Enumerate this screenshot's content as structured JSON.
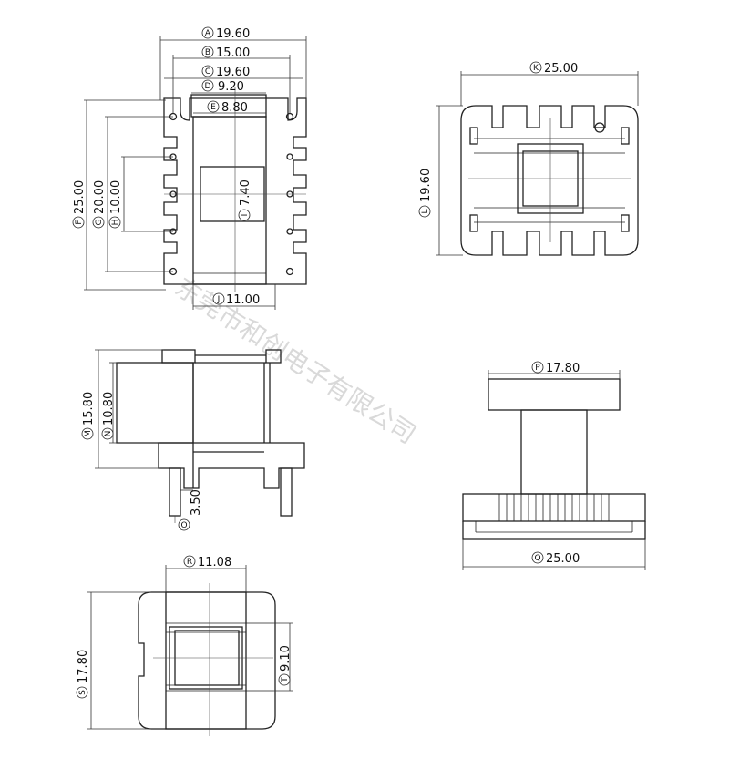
{
  "watermark": "东莞市和创电子有限公司",
  "callouts": [
    {
      "letter": "A",
      "value": "19.60"
    },
    {
      "letter": "B",
      "value": "15.00"
    },
    {
      "letter": "C",
      "value": "19.60"
    },
    {
      "letter": "D",
      "value": "9.20"
    },
    {
      "letter": "E",
      "value": "8.80"
    },
    {
      "letter": "F",
      "value": "25.00"
    },
    {
      "letter": "G",
      "value": "20.00"
    },
    {
      "letter": "H",
      "value": "10.00"
    },
    {
      "letter": "I",
      "value": "7.40"
    },
    {
      "letter": "J",
      "value": "11.00"
    },
    {
      "letter": "K",
      "value": "25.00"
    },
    {
      "letter": "L",
      "value": "19.60"
    },
    {
      "letter": "M",
      "value": "15.80"
    },
    {
      "letter": "N",
      "value": "10.80"
    },
    {
      "letter": "O",
      "value": "3.50"
    },
    {
      "letter": "P",
      "value": "17.80"
    },
    {
      "letter": "Q",
      "value": "25.00"
    },
    {
      "letter": "R",
      "value": "11.08"
    },
    {
      "letter": "S",
      "value": "17.80"
    },
    {
      "letter": "T",
      "value": "9.10"
    }
  ]
}
